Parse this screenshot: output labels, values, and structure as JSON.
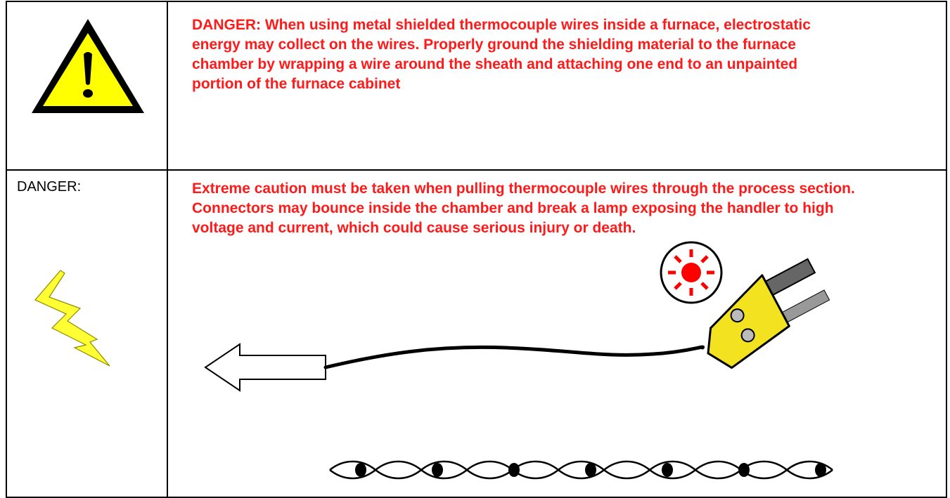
{
  "row1": {
    "icon": "warning-triangle-icon",
    "text": "DANGER:  When using metal shielded thermocouple wires inside a furnace, electrostatic energy may collect on the wires.  Properly ground the shielding material to the furnace chamber by wrapping a wire around the sheath and attaching one end to an unpainted portion of the furnace cabinet"
  },
  "row2": {
    "label": "DANGER:",
    "icon": "lightning-bolt-icon",
    "text": "Extreme caution must be taken when pulling thermocouple wires through the process section.  Connectors may bounce inside the chamber and break a lamp exposing the handler to high voltage and current, which could cause serious injury or death.",
    "illustration": {
      "arrow": "left-arrow-icon",
      "connector": "thermocouple-connector-icon",
      "lamp": "broken-lamp-icon",
      "wire": "twisted-wire-icon"
    }
  },
  "colors": {
    "danger_red": "#ff1a1a",
    "warning_yellow": "#ffff00",
    "connector_yellow": "#f2e21f",
    "lamp_red": "#ff0000"
  }
}
